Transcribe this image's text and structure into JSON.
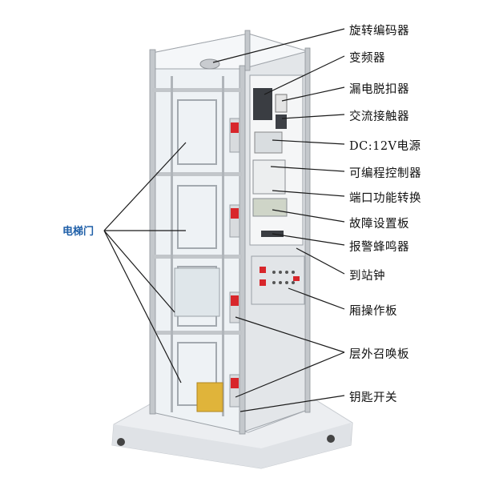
{
  "colors": {
    "frame": "#b9bcc0",
    "frame_dark": "#8e9297",
    "glass": "#eef3f6",
    "panel": "#e6e8ea",
    "base": "#e9ebee",
    "callout": "#1a1a1a",
    "left_label": "#1f5fa8",
    "display_red": "#d8262b"
  },
  "left_label": {
    "text": "电梯门"
  },
  "labels": [
    {
      "id": "rotary-encoder",
      "text": "旋转编码器"
    },
    {
      "id": "inverter",
      "text": "变频器"
    },
    {
      "id": "leakage-breaker",
      "text": "漏电脱扣器"
    },
    {
      "id": "ac-contactor",
      "text": "交流接触器"
    },
    {
      "id": "dc-power",
      "text": "DC:12V电源"
    },
    {
      "id": "plc",
      "text": "可编程控制器"
    },
    {
      "id": "terminal-board",
      "text": "端口功能转换"
    },
    {
      "id": "fault-board",
      "text": "故障设置板"
    },
    {
      "id": "alarm-buzzer",
      "text": "报警蜂鸣器"
    },
    {
      "id": "arrival-bell",
      "text": "到站钟"
    },
    {
      "id": "car-panel",
      "text": "厢操作板"
    },
    {
      "id": "hall-call",
      "text": "层外召唤板"
    },
    {
      "id": "key-switch",
      "text": "钥匙开关"
    }
  ]
}
